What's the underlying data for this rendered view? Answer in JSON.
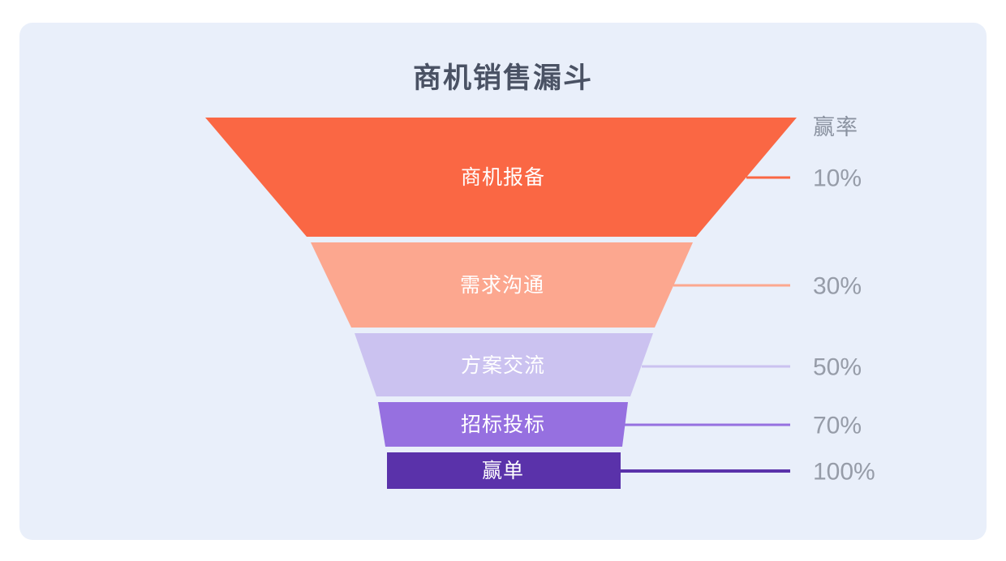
{
  "page": {
    "background": "#ffffff",
    "panel_background": "#E9EFFA"
  },
  "chart": {
    "title": "商机销售漏斗",
    "rate_header": "赢率",
    "title_color": "#4A5264",
    "rate_text_color": "#969CA8",
    "stages": [
      {
        "label": "商机报备",
        "rate": "10%",
        "color": "#FA6744"
      },
      {
        "label": "需求沟通",
        "rate": "30%",
        "color": "#FCA78F"
      },
      {
        "label": "方案交流",
        "rate": "50%",
        "color": "#CBC2F0"
      },
      {
        "label": "招标投标",
        "rate": "70%",
        "color": "#9670E0"
      },
      {
        "label": "赢单",
        "rate": "100%",
        "color": "#5A32AA"
      }
    ]
  },
  "chart_data": {
    "type": "funnel",
    "title": "商机销售漏斗",
    "value_label": "赢率",
    "categories": [
      "商机报备",
      "需求沟通",
      "方案交流",
      "招标投标",
      "赢单"
    ],
    "values": [
      10,
      30,
      50,
      70,
      100
    ],
    "value_format": "percent",
    "labels": [
      "10%",
      "30%",
      "50%",
      "70%",
      "100%"
    ],
    "colors": [
      "#FA6744",
      "#FCA78F",
      "#CBC2F0",
      "#9670E0",
      "#5A32AA"
    ],
    "legend_position": "right",
    "orientation": "inverted-pyramid"
  }
}
